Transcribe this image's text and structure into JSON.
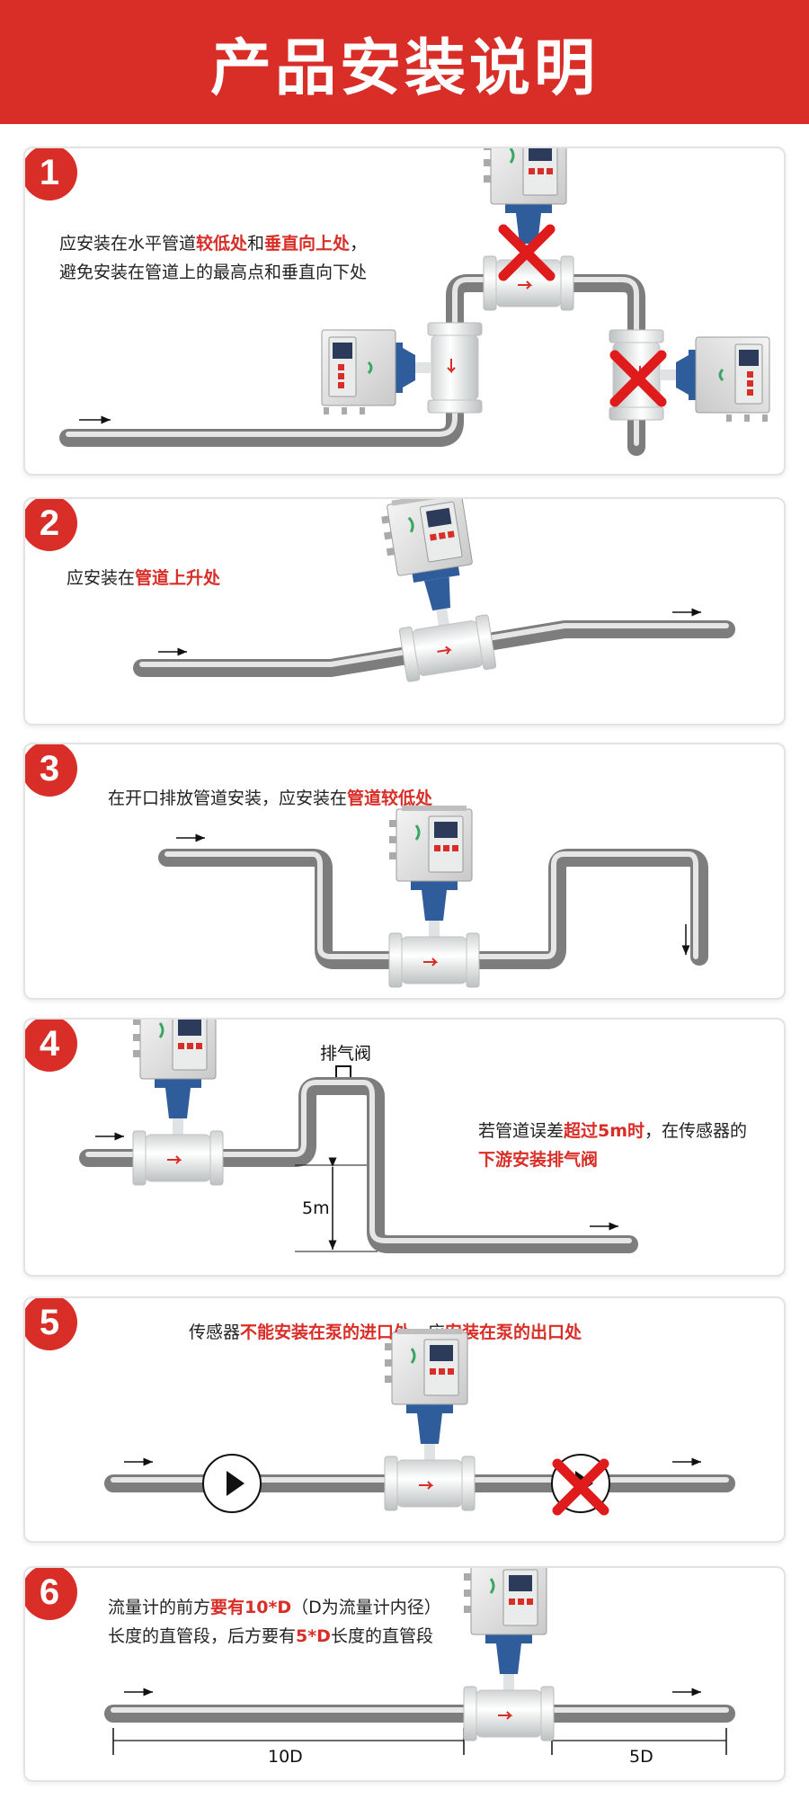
{
  "banner": {
    "title": "产品安装说明"
  },
  "cards": [
    {
      "number": "1",
      "line1": [
        "应安装在水平管道",
        "较低处",
        "和",
        "垂直向上处",
        "，"
      ],
      "line2": "避免安装在管道上的最高点和垂直向下处"
    },
    {
      "number": "2",
      "line1": [
        "应安装在",
        "管道上升处"
      ]
    },
    {
      "number": "3",
      "line1": [
        "在开口排放管道安装，应安装在",
        "管道较低处"
      ]
    },
    {
      "number": "4",
      "line1": [
        "若管道误差",
        "超过5m时",
        "，在传感器的"
      ],
      "line2": "下游安装排气阀",
      "valve_label": "排气阀",
      "height_label": "5m"
    },
    {
      "number": "5",
      "line1": [
        "传感器",
        "不能安装在泵的进口处",
        "，应",
        "安装在泵的出口处"
      ]
    },
    {
      "number": "6",
      "line1": [
        "流量计的前方",
        "要有10*D",
        "（D为流量计内径）"
      ],
      "line2": [
        "长度的直管段，后方要有",
        "5*D",
        "长度的直管段"
      ],
      "before_label": "10D",
      "after_label": "5D"
    }
  ],
  "colors": {
    "accent": "#d92d27",
    "pipe": "#9a9a9a",
    "meter_blue": "#2f5c9a"
  }
}
